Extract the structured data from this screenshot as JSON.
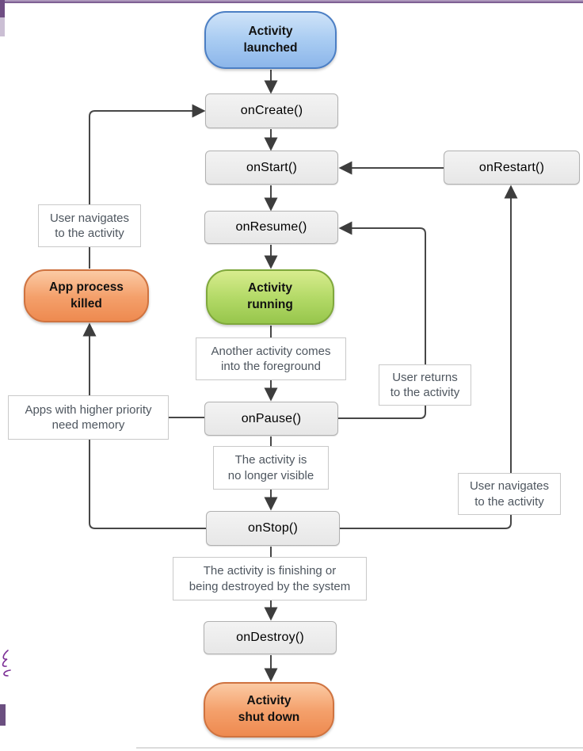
{
  "diagram": {
    "title_hint": "Android activity lifecycle flow",
    "nodes": {
      "activity_launched": {
        "label": "Activity\nlaunched",
        "shape": "rounded-bubble",
        "color": "blue"
      },
      "on_create": {
        "label": "onCreate()",
        "shape": "box"
      },
      "on_start": {
        "label": "onStart()",
        "shape": "box"
      },
      "on_restart": {
        "label": "onRestart()",
        "shape": "box"
      },
      "on_resume": {
        "label": "onResume()",
        "shape": "box"
      },
      "activity_running": {
        "label": "Activity\nrunning",
        "shape": "rounded-bubble",
        "color": "green"
      },
      "on_pause": {
        "label": "onPause()",
        "shape": "box"
      },
      "on_stop": {
        "label": "onStop()",
        "shape": "box"
      },
      "on_destroy": {
        "label": "onDestroy()",
        "shape": "box"
      },
      "activity_shut_down": {
        "label": "Activity\nshut down",
        "shape": "rounded-bubble",
        "color": "orange"
      },
      "app_process_killed": {
        "label": "App process\nkilled",
        "shape": "rounded-bubble",
        "color": "orange"
      }
    },
    "annotations": {
      "user_navigates_left": "User navigates\nto the activity",
      "another_activity": "Another activity comes\ninto the foreground",
      "user_returns": "User returns\nto the activity",
      "apps_priority": "Apps with higher priority\nneed memory",
      "no_longer_visible": "The activity is\nno longer visible",
      "user_navigates_right": "User navigates\nto the activity",
      "finishing": "The activity is finishing or\nbeing destroyed by the system"
    },
    "edges": [
      {
        "from": "Activity launched",
        "to": "onCreate()"
      },
      {
        "from": "onCreate()",
        "to": "onStart()"
      },
      {
        "from": "onStart()",
        "to": "onResume()"
      },
      {
        "from": "onRestart()",
        "to": "onStart()"
      },
      {
        "from": "onResume()",
        "to": "Activity running"
      },
      {
        "from": "Activity running",
        "to": "onPause()",
        "label": "Another activity comes into the foreground"
      },
      {
        "from": "onPause()",
        "to": "onResume()",
        "label": "User returns to the activity"
      },
      {
        "from": "onPause()",
        "to": "onStop()",
        "label": "The activity is no longer visible"
      },
      {
        "from": "onPause()",
        "to": "App process killed",
        "label": "Apps with higher priority need memory"
      },
      {
        "from": "onStop()",
        "to": "App process killed"
      },
      {
        "from": "App process killed",
        "to": "onCreate()",
        "label": "User navigates to the activity"
      },
      {
        "from": "onStop()",
        "to": "onRestart()",
        "label": "User navigates to the activity"
      },
      {
        "from": "onStop()",
        "to": "onDestroy()",
        "label": "The activity is finishing or being destroyed by the system"
      },
      {
        "from": "onDestroy()",
        "to": "Activity shut down"
      }
    ]
  },
  "colors": {
    "top_bar": "#7a5691",
    "side_tab_dark": "#6f4e83",
    "side_tab_light": "#cbbfd4",
    "ink_scribble": "#7c2e96",
    "ink_rect": "#6b4f80",
    "node_fill": "#eeeeee",
    "node_border": "#b0b0b0",
    "blue_fill": "#a9ccf2",
    "blue_border": "#4c7fc4",
    "green_fill": "#b4da68",
    "green_border": "#7fa83c",
    "orange_fill": "#f4a06b",
    "orange_border": "#cf7340",
    "connector": "#474747",
    "note_border": "#c9c9c9",
    "note_text": "#4e565f"
  }
}
